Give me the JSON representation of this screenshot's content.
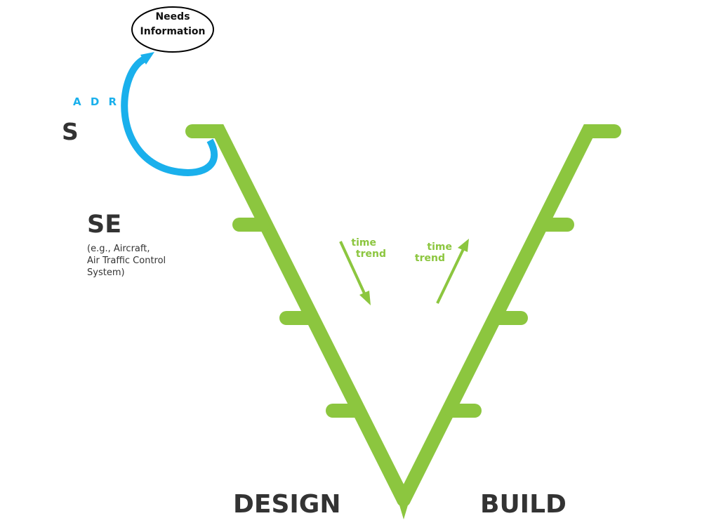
{
  "adr_label": "A D R",
  "top_label": "S",
  "se_label": "SE",
  "se_description": "(e.g., Aircraft,\nAir Traffic Control\nSystem)",
  "needs_information": "Needs\nInformation",
  "time_trend_left": {
    "line1": "time",
    "line2": "trend"
  },
  "time_trend_right": {
    "line1": "time",
    "line2": "trend"
  },
  "design_label": "DESIGN",
  "build_label": "BUILD",
  "colors": {
    "v_green": "#8cc63f",
    "adr_blue": "#1ab0ec",
    "text_dark": "#333333"
  }
}
